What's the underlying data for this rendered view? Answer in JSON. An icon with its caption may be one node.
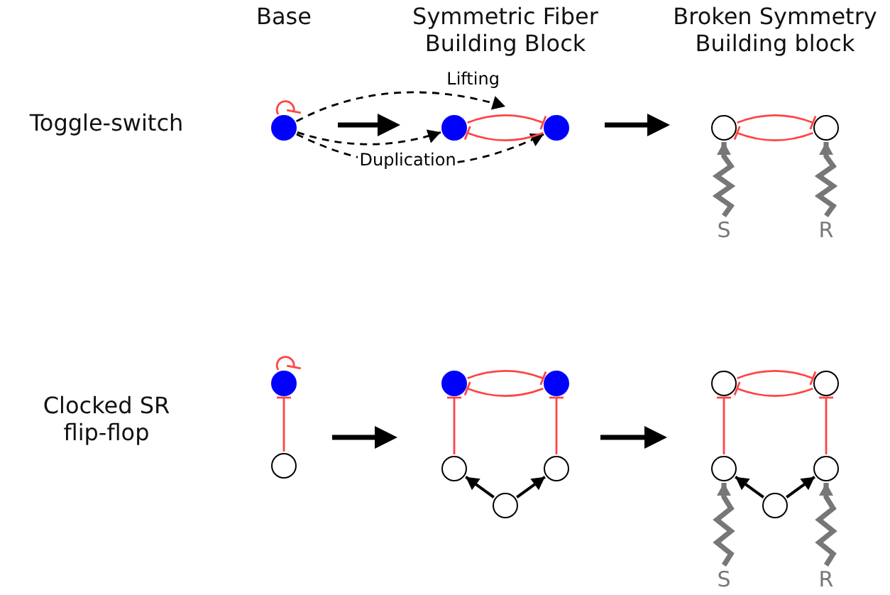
{
  "diagram": {
    "nodes": [
      {
        "text": [],
        "shape": "circle"
      },
      {
        "text": [],
        "shape": "circle"
      },
      {
        "text": [],
        "shape": "circle"
      },
      {
        "text": [],
        "shape": "circle"
      },
      {
        "text": [],
        "shape": "circle"
      },
      {
        "text": [
          "S"
        ]
      },
      {
        "text": [
          "R"
        ]
      },
      {
        "text": [],
        "shape": "circle"
      },
      {
        "text": [],
        "shape": "circle"
      },
      {
        "text": [],
        "shape": "circle"
      },
      {
        "text": [],
        "shape": "circle"
      },
      {
        "text": [],
        "shape": "circle"
      },
      {
        "text": [],
        "shape": "circle"
      },
      {
        "text": [],
        "shape": "circle"
      },
      {
        "text": [],
        "shape": "circle"
      },
      {
        "text": [],
        "shape": "circle"
      },
      {
        "text": [],
        "shape": "circle"
      },
      {
        "text": [],
        "shape": "circle"
      },
      {
        "text": [],
        "shape": "circle"
      },
      {
        "text": [
          "S"
        ]
      },
      {
        "text": [
          "R"
        ]
      }
    ],
    "edges": [
      {
        "from": 0,
        "to": 0,
        "arrow": "other"
      },
      {
        "from": 0,
        "to": null,
        "arrow": "to",
        "label": "Lifting",
        "style": "dashed",
        "color": "#000000"
      },
      {
        "from": 0,
        "to": 1,
        "arrow": "to",
        "style": "dashed",
        "color": "#000000"
      },
      {
        "from": 0,
        "to": 2,
        "arrow": "to",
        "label": "Duplication",
        "style": "dashed",
        "color": "#000000"
      },
      {
        "from": 1,
        "to": 2,
        "arrow": "other"
      },
      {
        "from": 2,
        "to": 1,
        "arrow": "other"
      },
      {
        "from": 3,
        "to": 4,
        "arrow": "other"
      },
      {
        "from": 4,
        "to": 3,
        "arrow": "other"
      },
      {
        "from": 5,
        "to": 3,
        "arrow": "to",
        "style": "thick",
        "color": "#777777"
      },
      {
        "from": 6,
        "to": 4,
        "arrow": "to",
        "style": "thick",
        "color": "#777777"
      },
      {
        "from": 7,
        "to": 7,
        "arrow": "other"
      },
      {
        "from": 8,
        "to": 7,
        "arrow": "other"
      },
      {
        "from": 9,
        "to": 10,
        "arrow": "other"
      },
      {
        "from": 10,
        "to": 9,
        "arrow": "other"
      },
      {
        "from": 11,
        "to": 9,
        "arrow": "other"
      },
      {
        "from": 12,
        "to": 10,
        "arrow": "other"
      },
      {
        "from": 13,
        "to": 11,
        "arrow": "to",
        "color": "#000000"
      },
      {
        "from": 13,
        "to": 12,
        "arrow": "to",
        "color": "#000000"
      },
      {
        "from": 14,
        "to": 15,
        "arrow": "other"
      },
      {
        "from": 15,
        "to": 14,
        "arrow": "other"
      },
      {
        "from": 16,
        "to": 14,
        "arrow": "other"
      },
      {
        "from": 17,
        "to": 15,
        "arrow": "other"
      },
      {
        "from": 18,
        "to": 16,
        "arrow": "to",
        "color": "#000000"
      },
      {
        "from": 18,
        "to": 17,
        "arrow": "to",
        "color": "#000000"
      },
      {
        "from": 19,
        "to": 16,
        "arrow": "to",
        "style": "thick",
        "color": "#777777"
      },
      {
        "from": 20,
        "to": 17,
        "arrow": "to",
        "style": "thick",
        "color": "#777777"
      }
    ],
    "labels": [
      "Base",
      "Symmetric Fiber Building Block",
      "Broken Symmetry Building block",
      "Toggle-switch",
      "Clocked SR flip-flop"
    ]
  }
}
